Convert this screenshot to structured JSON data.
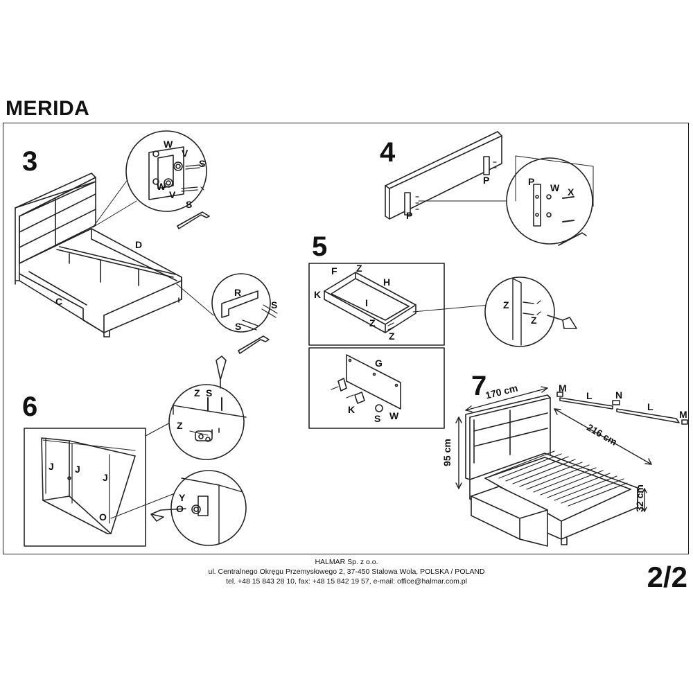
{
  "title": "MERIDA",
  "steps": {
    "s3": "3",
    "s4": "4",
    "s5": "5",
    "s6": "6",
    "s7": "7"
  },
  "parts": {
    "W": "W",
    "V": "V",
    "S": "S",
    "D": "D",
    "C": "C",
    "R": "R",
    "P": "P",
    "X": "X",
    "F": "F",
    "Z": "Z",
    "H": "H",
    "K": "K",
    "I": "I",
    "G": "G",
    "J": "J",
    "Y": "Y",
    "O": "O",
    "M": "M",
    "L": "L",
    "N": "N"
  },
  "dimensions": {
    "width": "170 cm",
    "length": "216 cm",
    "height": "95 cm",
    "side_height": "32 cm"
  },
  "footer": {
    "company": "HALMAR Sp. z o.o.",
    "address": "ul. Centralnego Okręgu Przemysłowego 2, 37-450 Stalowa Wola, POLSKA / POLAND",
    "contact": "tel. +48 15 843 28 10, fax: +48 15 842 19 57, e-mail: office@halmar.com.pl"
  },
  "page_number": "2/2"
}
